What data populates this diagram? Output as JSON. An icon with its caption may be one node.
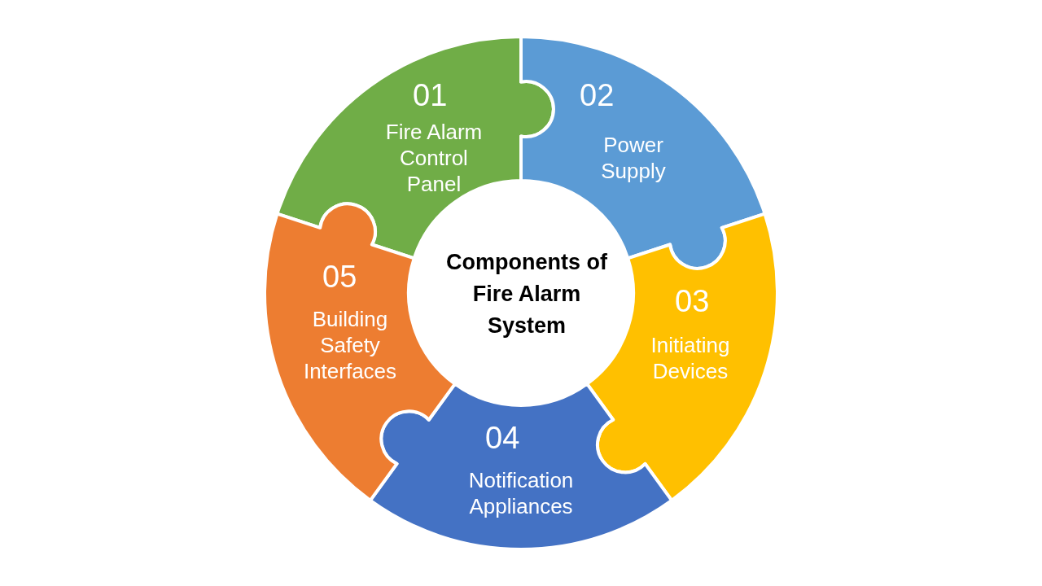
{
  "diagram": {
    "title": "Components of Fire Alarm System",
    "nodes": [
      {
        "text": [
          "01",
          "Fire Alarm Control Panel"
        ]
      },
      {
        "text": [
          "02",
          "Power Supply"
        ]
      },
      {
        "text": [
          "03",
          "Initiating Devices"
        ]
      },
      {
        "text": [
          "04",
          "Notification Appliances"
        ]
      },
      {
        "text": [
          "05",
          "Building Safety Interfaces"
        ]
      }
    ]
  }
}
